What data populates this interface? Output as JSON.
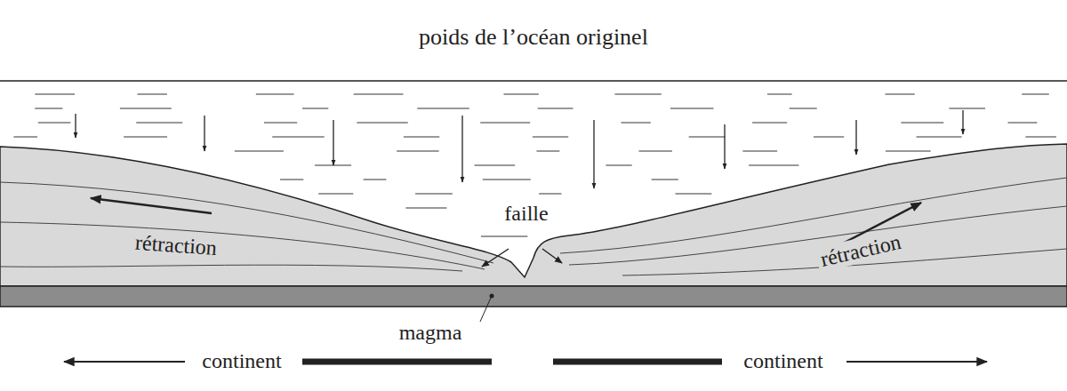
{
  "diagram": {
    "title": "poids de l’océan originel",
    "labels": [
      "faille",
      "rétraction",
      "rétraction",
      "magma",
      "continent",
      "continent"
    ]
  }
}
